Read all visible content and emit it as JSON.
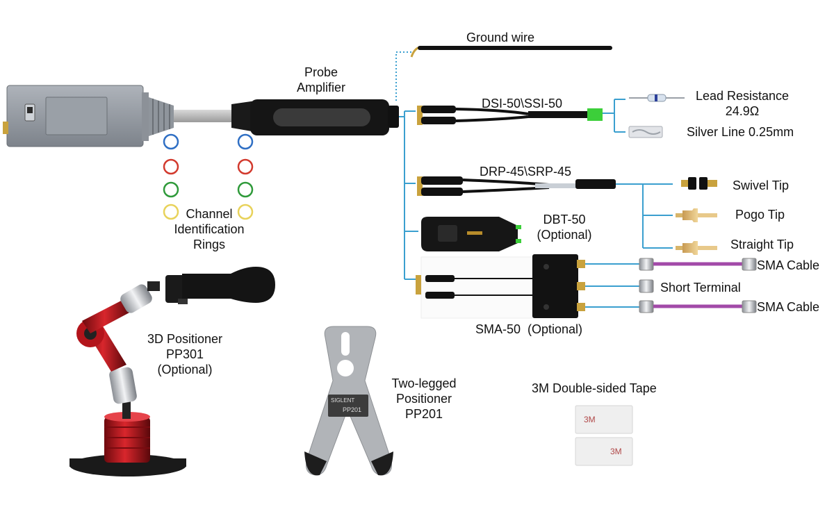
{
  "labels": {
    "ground_wire": "Ground wire",
    "probe_amplifier": [
      "Probe",
      "Amplifier"
    ],
    "dsi_ssi": "DSI-50\\SSI-50",
    "lead_resistance": [
      "Lead Resistance",
      "24.9Ω"
    ],
    "silver_line": "Silver Line 0.25mm",
    "drp_srp": "DRP-45\\SRP-45",
    "swivel_tip": "Swivel Tip",
    "pogo_tip": "Pogo Tip",
    "straight_tip": "Straight Tip",
    "dbt": [
      "DBT-50",
      "(Optional)"
    ],
    "sma_cable_1": "SMA Cable",
    "short_terminal": "Short Terminal",
    "sma_cable_2": "SMA Cable",
    "sma50": "SMA-50  (Optional)",
    "channel_rings": [
      "Channel",
      "Identification",
      "Rings"
    ],
    "positioner_3d": [
      "3D Positioner",
      "PP301",
      "(Optional)"
    ],
    "positioner_2leg": [
      "Two-legged",
      "Positioner",
      "PP201"
    ],
    "tape": "3M Double-sided Tape"
  },
  "product_marks": {
    "pp201_brand": "SIGLENT",
    "pp201_model": "PP201",
    "tape_print": "3M"
  },
  "colors": {
    "connector_line": "#3a9fcf",
    "sma_cable": "#a24aa8",
    "ring_blue": "#2f6fc4",
    "ring_red": "#d23a2e",
    "ring_green": "#2f9a3a",
    "ring_yellow": "#e8d25a",
    "positioner_red": "#c0161e",
    "green_connector": "#3ccf3a"
  }
}
